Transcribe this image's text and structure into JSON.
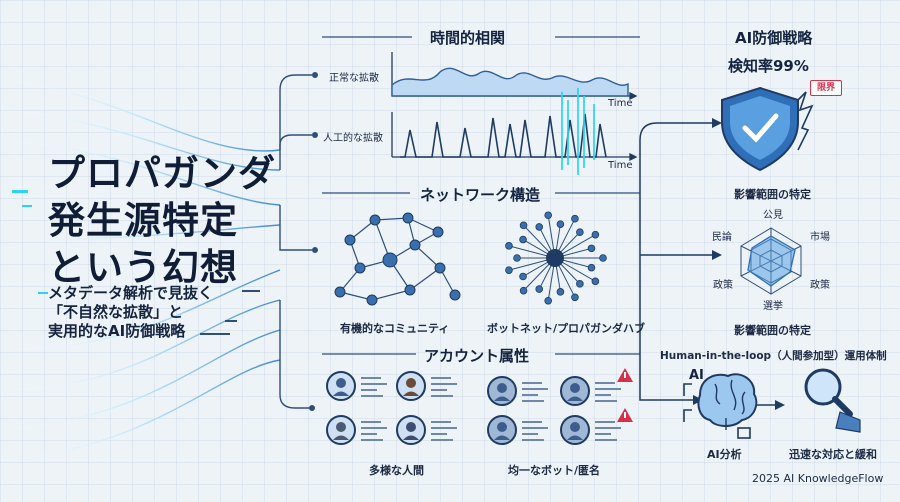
{
  "main": {
    "title_lines": [
      "プロパガンダ",
      "発生源特定",
      "という幻想"
    ],
    "subtitle_lines": [
      "メタデータ解析で見抜く",
      "「不自然な拡散」と",
      "実用的なAI防御戦略"
    ]
  },
  "time_section": {
    "heading": "時間的相関",
    "normal_label": "正常な拡散",
    "artificial_label": "人工的な拡散",
    "axis_label": "Time"
  },
  "network_section": {
    "heading": "ネットワーク構造",
    "organic_label": "有機的なコミュニティ",
    "botnet_label": "ボットネット/プロパガンダハブ"
  },
  "account_section": {
    "heading": "アカウント属性",
    "diverse_label": "多様な人間",
    "uniform_label": "均一なボット/匿名"
  },
  "defense": {
    "heading": "AI防御戦略",
    "detection_rate": "検知率99%",
    "limit_badge": "限界",
    "influence_title": "影響範囲の特定",
    "radar_labels": [
      "公見",
      "市場",
      "政策",
      "選挙",
      "政策",
      "民論"
    ],
    "influence_caption": "影響範囲の特定",
    "hitl_title": "Human-in-the-loop（人間参加型）運用体制",
    "ai_label": "AI",
    "ai_analysis": "AI分析",
    "mitigation": "迅速な対応と緩和"
  },
  "footer": {
    "credit": "2025 AI KnowledgeFlow"
  },
  "colors": {
    "navy": "#1f3a63",
    "accent": "#2f6fb8",
    "cyan": "#2bd4f2",
    "alert": "#d9304a"
  }
}
